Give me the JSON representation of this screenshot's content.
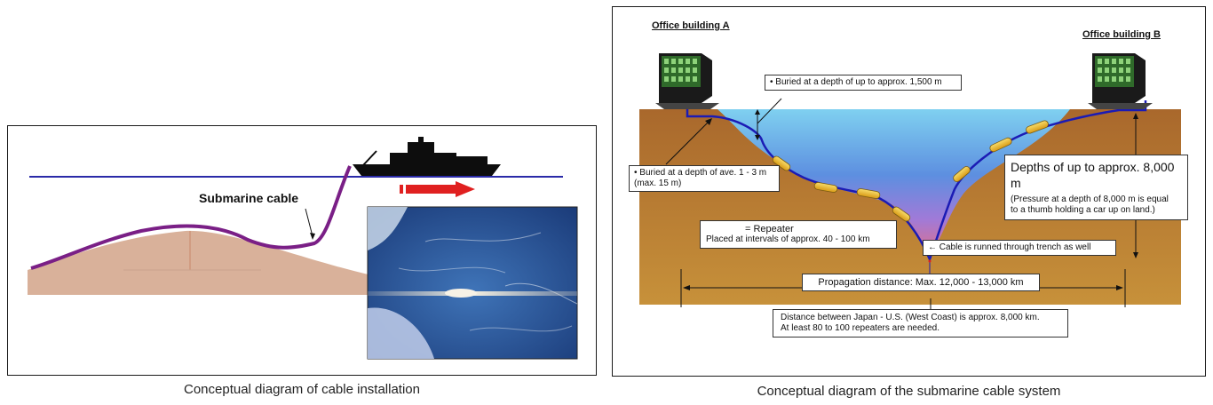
{
  "left_panel": {
    "cable_label": "Submarine cable",
    "caption": "Conceptual diagram of cable installation"
  },
  "right_panel": {
    "building_a": "Office building A",
    "building_b": "Office building B",
    "buried_deep": "• Buried at a depth of up to approx. 1,500 m",
    "buried_shallow_1": "• Buried at a depth of ave. 1 - 3 m",
    "buried_shallow_2": "(max. 15 m)",
    "depth_title": "Depths of up to approx. 8,000 m",
    "depth_note_1": "(Pressure at a depth of 8,000 m is equal",
    "depth_note_2": "to a thumb holding a car up on land.)",
    "repeater_legend": "= Repeater",
    "repeater_interval": "Placed at intervals of approx. 40 - 100 km",
    "trench_note": "← Cable is runned through trench as well",
    "propagation": "Propagation distance: Max. 12,000 - 13,000 km",
    "distance_note_1": "Distance between Japan - U.S. (West Coast) is approx. 8,000 km.",
    "distance_note_2": "At least 80 to 100 repeaters are needed.",
    "caption": "Conceptual diagram of the submarine cable system"
  },
  "colors": {
    "cable_purple": "#7a1f86",
    "sea_line": "#2a2aa8",
    "seabed_tan": "#d9b19a",
    "ground_brown": "#b67a34",
    "water_blue": "#6fc3ea",
    "repeater_gold": "#e8b52a",
    "arrow_red": "#e02020",
    "building_green": "#2f6a2a"
  }
}
